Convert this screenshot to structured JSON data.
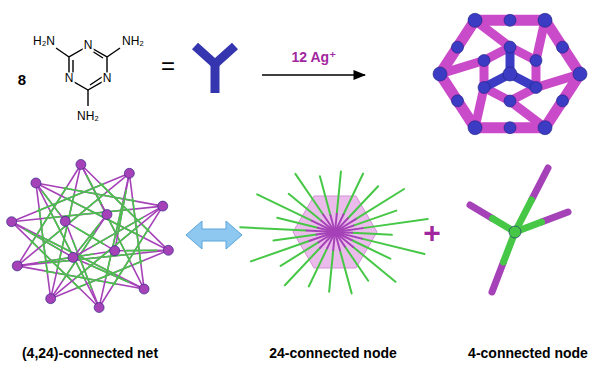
{
  "diagram": {
    "labels": [
      "H₂N",
      "N",
      "NH₂",
      "8",
      "N",
      "N",
      "NH₂",
      "=",
      "12 Ag⁺",
      "(4,24)-connected net",
      "24-connected node",
      "+",
      "4-connected node"
    ]
  }
}
